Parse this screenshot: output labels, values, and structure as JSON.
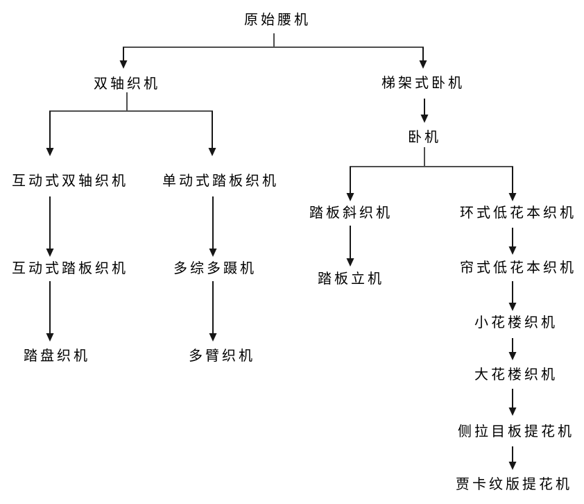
{
  "diagram_type": "tree-flowchart",
  "nodes": [
    {
      "id": "yuanshi-yaoji",
      "label": "原始腰机"
    },
    {
      "id": "shuangzhou-zhiji",
      "label": "双轴织机"
    },
    {
      "id": "tijiashi-woji",
      "label": "梯架式卧机"
    },
    {
      "id": "woji",
      "label": "卧机"
    },
    {
      "id": "hudongshi-shuangzhou-zhiji",
      "label": "互动式双轴织机"
    },
    {
      "id": "dandongshi-taban-zhiji",
      "label": "单动式踏板织机"
    },
    {
      "id": "hudongshi-taban-zhiji",
      "label": "互动式踏板织机"
    },
    {
      "id": "duozong-duonie-ji",
      "label": "多综多蹑机"
    },
    {
      "id": "tapan-zhiji",
      "label": "踏盘织机"
    },
    {
      "id": "duobi-zhiji",
      "label": "多臂织机"
    },
    {
      "id": "taban-xie-zhiji",
      "label": "踏板斜织机"
    },
    {
      "id": "huanshi-dihuaben-zhiji",
      "label": "环式低花本织机"
    },
    {
      "id": "taban-liji",
      "label": "踏板立机"
    },
    {
      "id": "lianshi-dihuaben-zhiji",
      "label": "帘式低花本织机"
    },
    {
      "id": "xiaohualou-zhiji",
      "label": "小花楼织机"
    },
    {
      "id": "dahualou-zhiji",
      "label": "大花楼织机"
    },
    {
      "id": "cela-muban-tihuaji",
      "label": "侧拉目板提花机"
    },
    {
      "id": "jiaka-wenban-tihuaji",
      "label": "贾卡纹版提花机"
    }
  ],
  "edges": [
    {
      "from": "yuanshi-yaoji",
      "to": "shuangzhou-zhiji"
    },
    {
      "from": "yuanshi-yaoji",
      "to": "tijiashi-woji"
    },
    {
      "from": "shuangzhou-zhiji",
      "to": "hudongshi-shuangzhou-zhiji"
    },
    {
      "from": "shuangzhou-zhiji",
      "to": "dandongshi-taban-zhiji"
    },
    {
      "from": "hudongshi-shuangzhou-zhiji",
      "to": "hudongshi-taban-zhiji"
    },
    {
      "from": "hudongshi-taban-zhiji",
      "to": "tapan-zhiji"
    },
    {
      "from": "dandongshi-taban-zhiji",
      "to": "duozong-duonie-ji"
    },
    {
      "from": "duozong-duonie-ji",
      "to": "duobi-zhiji"
    },
    {
      "from": "tijiashi-woji",
      "to": "woji"
    },
    {
      "from": "woji",
      "to": "taban-xie-zhiji"
    },
    {
      "from": "woji",
      "to": "huanshi-dihuaben-zhiji"
    },
    {
      "from": "taban-xie-zhiji",
      "to": "taban-liji"
    },
    {
      "from": "huanshi-dihuaben-zhiji",
      "to": "lianshi-dihuaben-zhiji"
    },
    {
      "from": "lianshi-dihuaben-zhiji",
      "to": "xiaohualou-zhiji"
    },
    {
      "from": "xiaohualou-zhiji",
      "to": "dahualou-zhiji"
    },
    {
      "from": "dahualou-zhiji",
      "to": "cela-muban-tihuaji"
    },
    {
      "from": "cela-muban-tihuaji",
      "to": "jiaka-wenban-tihuaji"
    }
  ],
  "colors": {
    "background": "#ffffff",
    "line": "#4d4d4d",
    "arrow": "#161616",
    "text": "#000000"
  }
}
